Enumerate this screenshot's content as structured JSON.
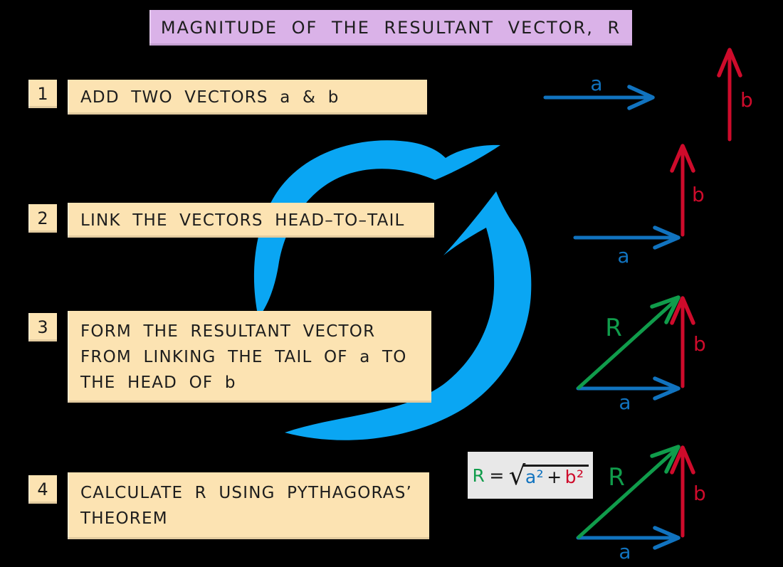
{
  "title": {
    "text": "MAGNITUDE OF THE RESULTANT VECTOR, R"
  },
  "steps": [
    {
      "number": "1",
      "lines": [
        "ADD TWO VECTORS a & b"
      ]
    },
    {
      "number": "2",
      "lines": [
        "LINK THE VECTORS HEAD–TO–TAIL"
      ]
    },
    {
      "number": "3",
      "lines": [
        "FORM THE RESULTANT VECTOR",
        "FROM LINKING THE TAIL OF a TO",
        "THE HEAD OF b"
      ]
    },
    {
      "number": "4",
      "lines": [
        "CALCULATE R USING PYTHAGORAS’",
        "THEOREM"
      ]
    }
  ],
  "vector_labels": {
    "a": "a",
    "b": "b",
    "r": "R"
  },
  "formula": {
    "lhs": "R",
    "equals": "=",
    "radical": "√",
    "term_a": "a²",
    "plus": "+",
    "term_b": "b²"
  },
  "icons": {
    "center_graphic": "cycle-arrows-icon"
  },
  "colors": {
    "background": "#000000",
    "title_box": "#dab2e8",
    "step_box": "#fce3b2",
    "cycle_arrow": "#0aa6f3",
    "vector_a_blue": "#1173bf",
    "vector_b_red": "#ce0b2b",
    "resultant_green": "#109c4b",
    "formula_box": "#e8e8e8",
    "text": "#1d1d1d"
  }
}
